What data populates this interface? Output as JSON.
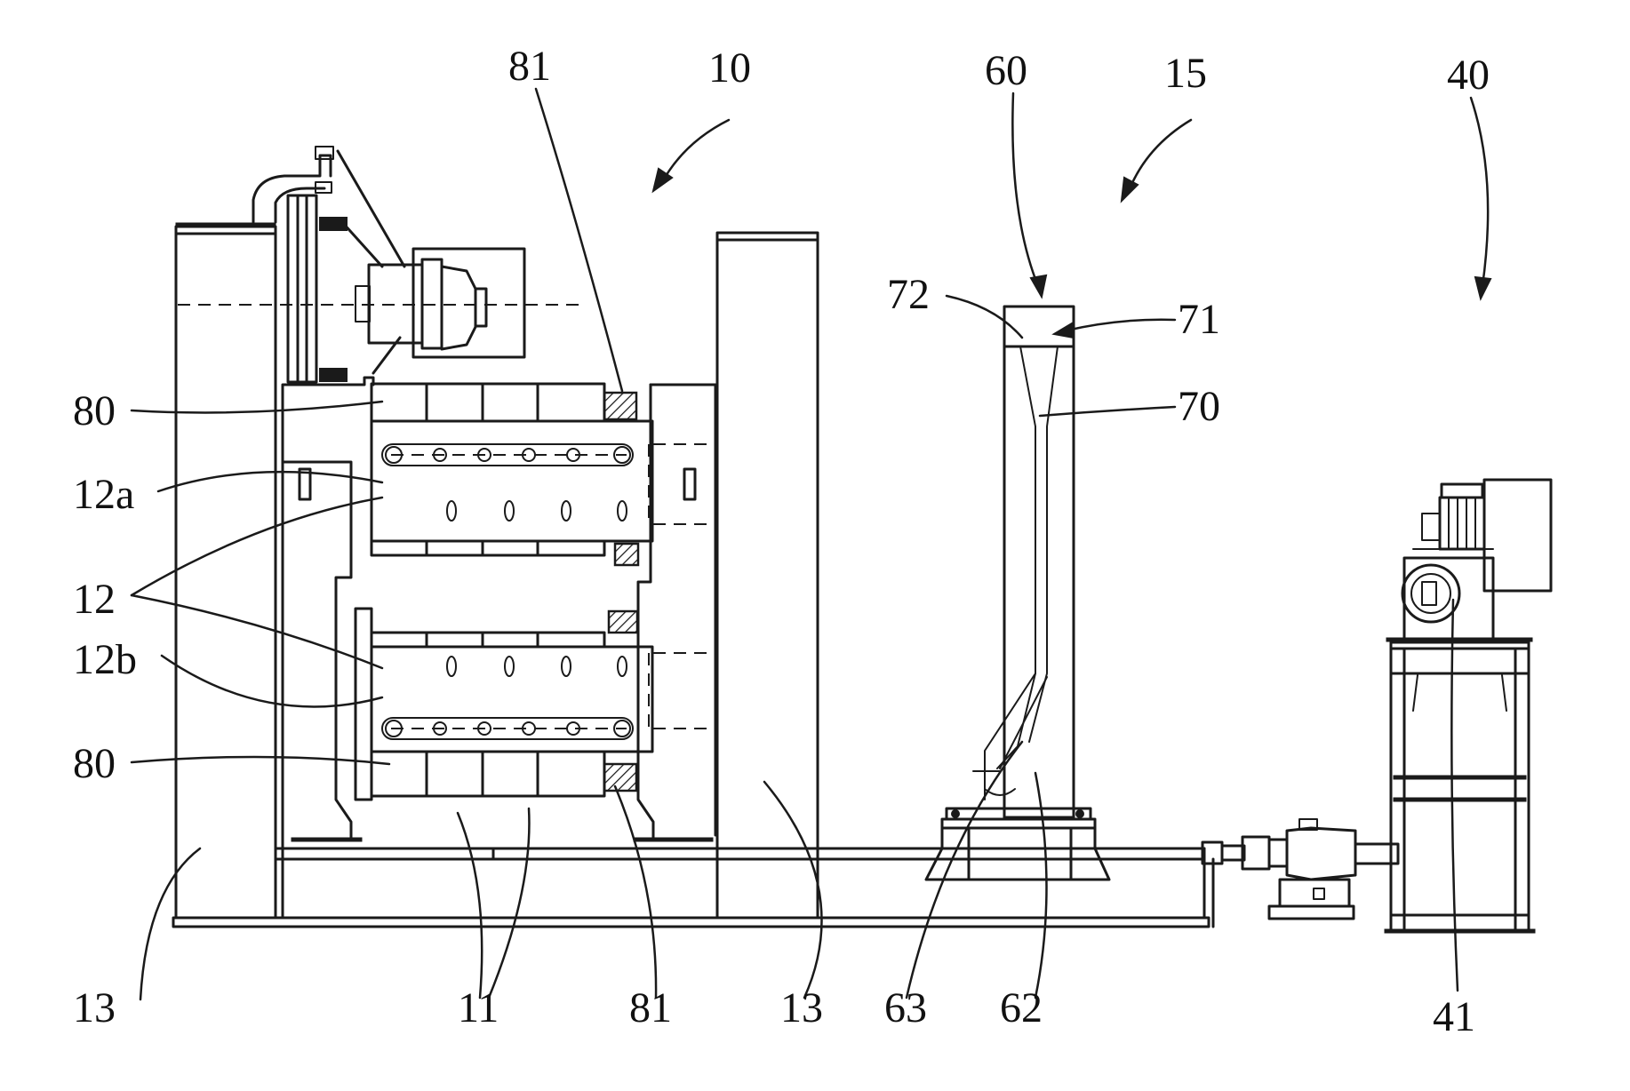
{
  "labels": {
    "l10": "10",
    "l15": "15",
    "l40": "40",
    "l60": "60",
    "l81_top": "81",
    "l72": "72",
    "l71": "71",
    "l70": "70",
    "l80_top": "80",
    "l12a": "12a",
    "l12": "12",
    "l12b": "12b",
    "l80_bottom": "80",
    "l13_left": "13",
    "l11": "11",
    "l81_bottom": "81",
    "l13_right": "13",
    "l63": "63",
    "l62": "62",
    "l41": "41"
  }
}
